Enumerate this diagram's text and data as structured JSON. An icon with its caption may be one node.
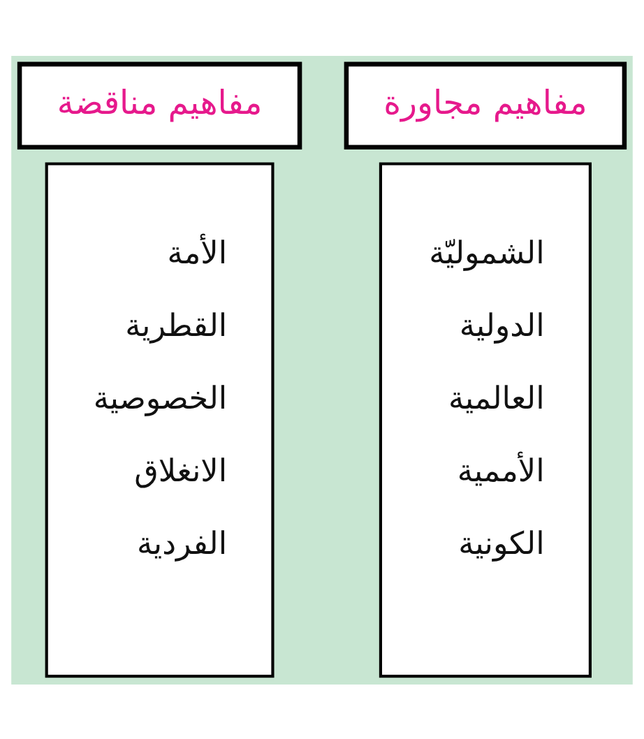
{
  "diagram": {
    "nodes": [
      {
        "text": [
          "مفاهيم مجاورة"
        ]
      },
      {
        "text": [
          "الشموليّة",
          "الدولية",
          "العالمية",
          "الأممية",
          "الكونية"
        ]
      },
      {
        "text": [
          "مفاهيم مناقضة"
        ]
      },
      {
        "text": [
          "الأمة",
          "القطرية",
          "الخصوصية",
          "الانغلاق",
          "الفردية"
        ]
      }
    ]
  }
}
